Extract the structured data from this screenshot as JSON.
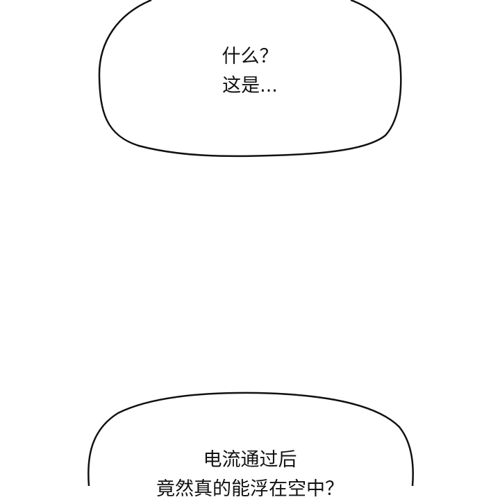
{
  "panels": [
    {
      "bubble": {
        "lines": [
          "什么？",
          "这是..."
        ]
      }
    },
    {
      "bubble": {
        "lines": [
          "电流通过后",
          "竟然真的能浮在空中？"
        ]
      }
    }
  ],
  "colors": {
    "background": "#ffffff",
    "outline": "#111111",
    "text": "#111111"
  }
}
